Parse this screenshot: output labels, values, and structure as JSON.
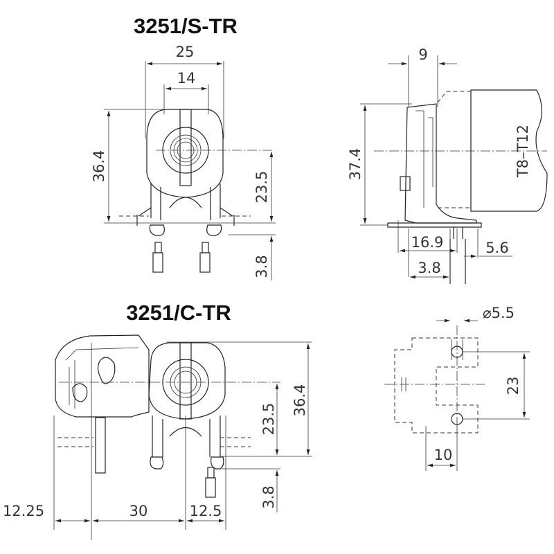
{
  "titles": {
    "top": "3251/S-TR",
    "bottom": "3251/C-TR"
  },
  "dimensions": {
    "s_front": {
      "width": "25",
      "contact_spacing": "14",
      "height": "36.4",
      "center_height": "23.5",
      "pin_length": "3.8"
    },
    "s_side": {
      "depth": "9",
      "height": "37.4",
      "tube": "T8–T12",
      "base": "16.9",
      "pin": "3.8",
      "offset": "5.6"
    },
    "c_front": {
      "height": "36.4",
      "center_height": "23.5",
      "pin_length": "3.8",
      "left": "12.25",
      "middle": "30",
      "right": "12.5"
    },
    "footprint": {
      "hole": "⌀5.5",
      "spacing": "23",
      "offset": "10"
    }
  }
}
